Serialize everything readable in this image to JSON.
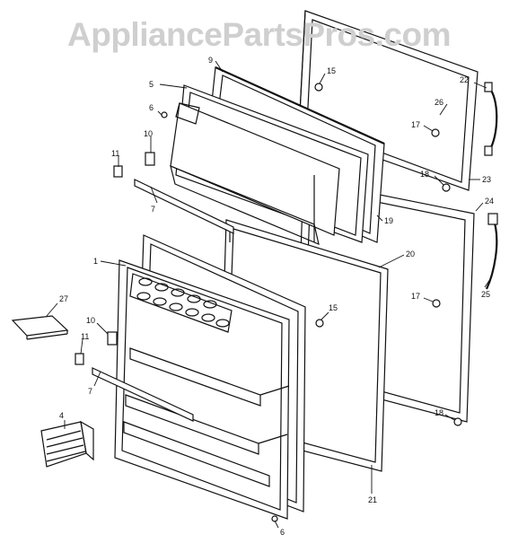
{
  "watermark": "AppliancePartsPros.com",
  "callouts": [
    "9",
    "15",
    "22",
    "5",
    "26",
    "6",
    "17",
    "10",
    "18",
    "23",
    "11",
    "24",
    "7",
    "19",
    "1",
    "20",
    "27",
    "17",
    "25",
    "10",
    "15",
    "11",
    "7",
    "18",
    "4",
    "21",
    "6"
  ]
}
